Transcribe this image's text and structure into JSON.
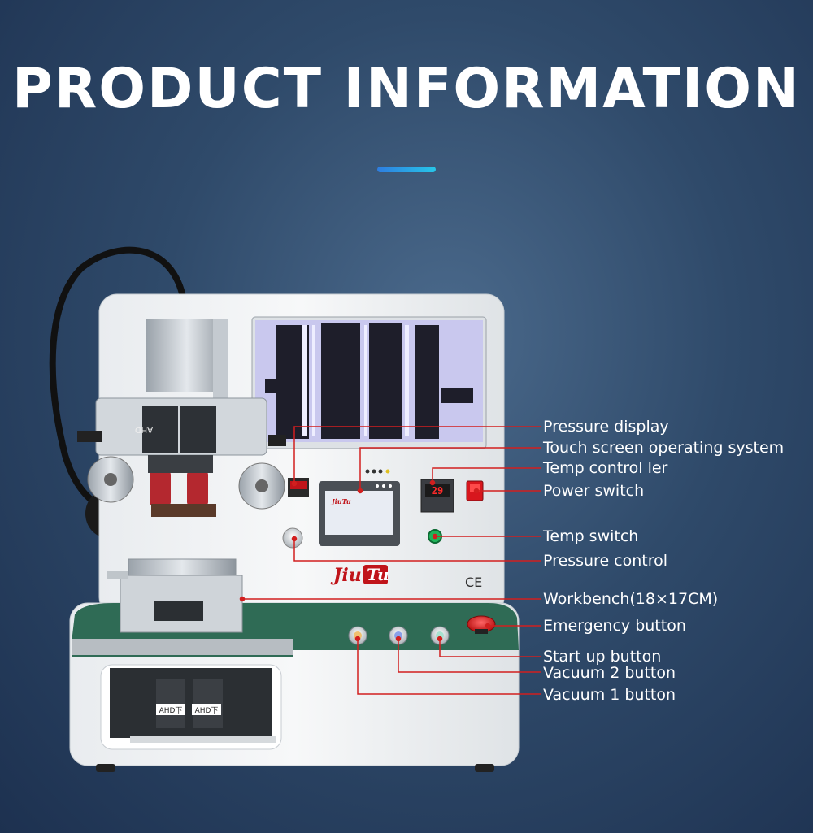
{
  "header": {
    "title": "PRODUCT INFORMATION"
  },
  "machine": {
    "brand_main": "Jiu",
    "brand_accent": "Tu",
    "ce_mark": "CE",
    "temp_readout": "29",
    "camera_upper": "AHD",
    "camera_lower_left": "AHD下",
    "camera_lower_right": "AHD下"
  },
  "callouts": [
    {
      "id": "pressure-display",
      "label": "Pressure display"
    },
    {
      "id": "touch-screen",
      "label": "Touch screen operating system"
    },
    {
      "id": "temp-controller",
      "label": "Temp control ler"
    },
    {
      "id": "power-switch",
      "label": "Power switch"
    },
    {
      "id": "temp-switch",
      "label": "Temp switch"
    },
    {
      "id": "pressure-control",
      "label": "Pressure control"
    },
    {
      "id": "workbench",
      "label": "Workbench(18×17CM)"
    },
    {
      "id": "emergency-button",
      "label": "Emergency button"
    },
    {
      "id": "start-up-button",
      "label": "Start up button"
    },
    {
      "id": "vacuum-2-button",
      "label": "Vacuum 2 button"
    },
    {
      "id": "vacuum-1-button",
      "label": "Vacuum 1 button"
    }
  ],
  "colors": {
    "callout_line": "#d21f1f",
    "accent_gradient_start": "#2e7de0",
    "accent_gradient_end": "#27c6e8",
    "workbench_green": "#2f6b55"
  }
}
